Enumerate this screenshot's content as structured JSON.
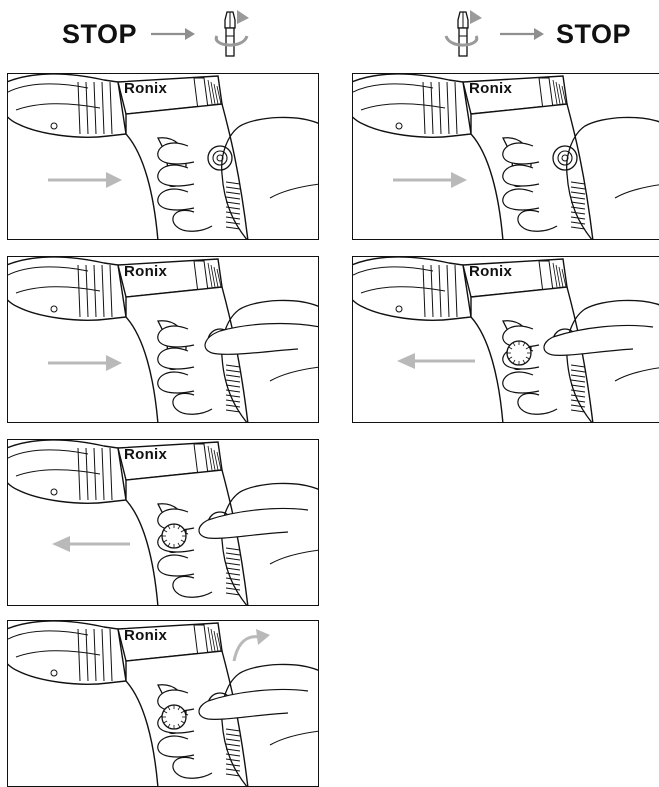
{
  "header": {
    "left": {
      "stop_label": "STOP",
      "icons": [
        "arrow-right-icon",
        "screwdriver-bit-icon"
      ]
    },
    "right": {
      "stop_label": "STOP",
      "icons": [
        "screwdriver-bit-icon",
        "arrow-right-icon"
      ]
    }
  },
  "panels": [
    {
      "brand": "Ronix",
      "arrow": "push-right",
      "hand": "grip-trigger"
    },
    {
      "brand": "Ronix",
      "arrow": "push-right",
      "hand": "grip-trigger"
    },
    {
      "brand": "Ronix",
      "arrow": "push-right",
      "hand": "thumb-rotate-collar"
    },
    {
      "brand": "Ronix",
      "arrow": "pull-left",
      "hand": "thumb-on-collar"
    },
    {
      "brand": "Ronix",
      "arrow": "pull-left",
      "hand": "thumb-on-collar"
    },
    {
      "brand": "Ronix",
      "arrow": "rotate-out",
      "hand": "thumb-on-collar"
    }
  ],
  "colors": {
    "line": "#111111",
    "arrow": "#b9b9b9",
    "background": "#ffffff"
  }
}
